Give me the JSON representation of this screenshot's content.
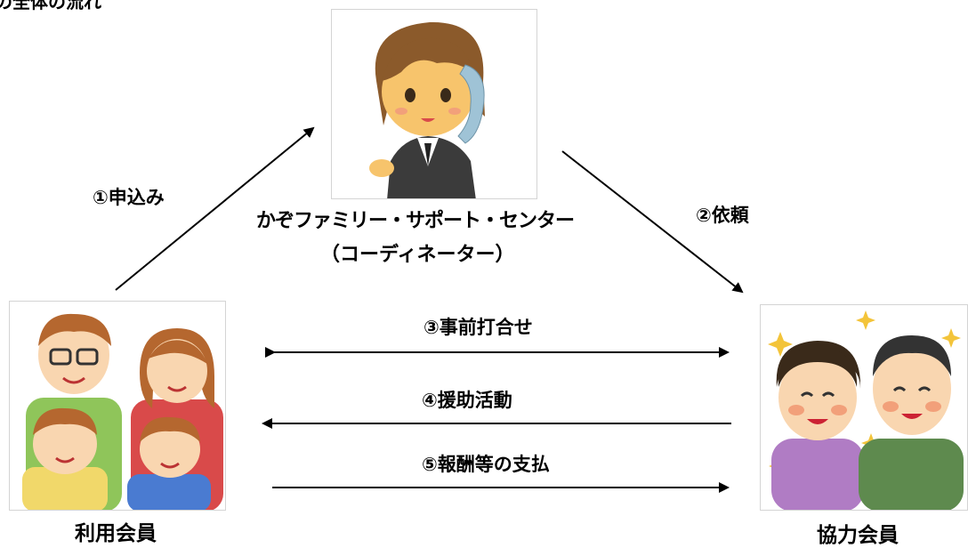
{
  "header_fragment": "の全体の流れ",
  "coordinator": {
    "name": "かぞファミリー・サポート・センター",
    "role": "（コーディネーター）"
  },
  "user_member": {
    "label": "利用会員"
  },
  "helper_member": {
    "label": "協力会員"
  },
  "steps": {
    "apply": "①申込み",
    "request": "②依頼",
    "meeting": "③事前打合せ",
    "support": "④援助活動",
    "payment": "⑤報酬等の支払"
  }
}
